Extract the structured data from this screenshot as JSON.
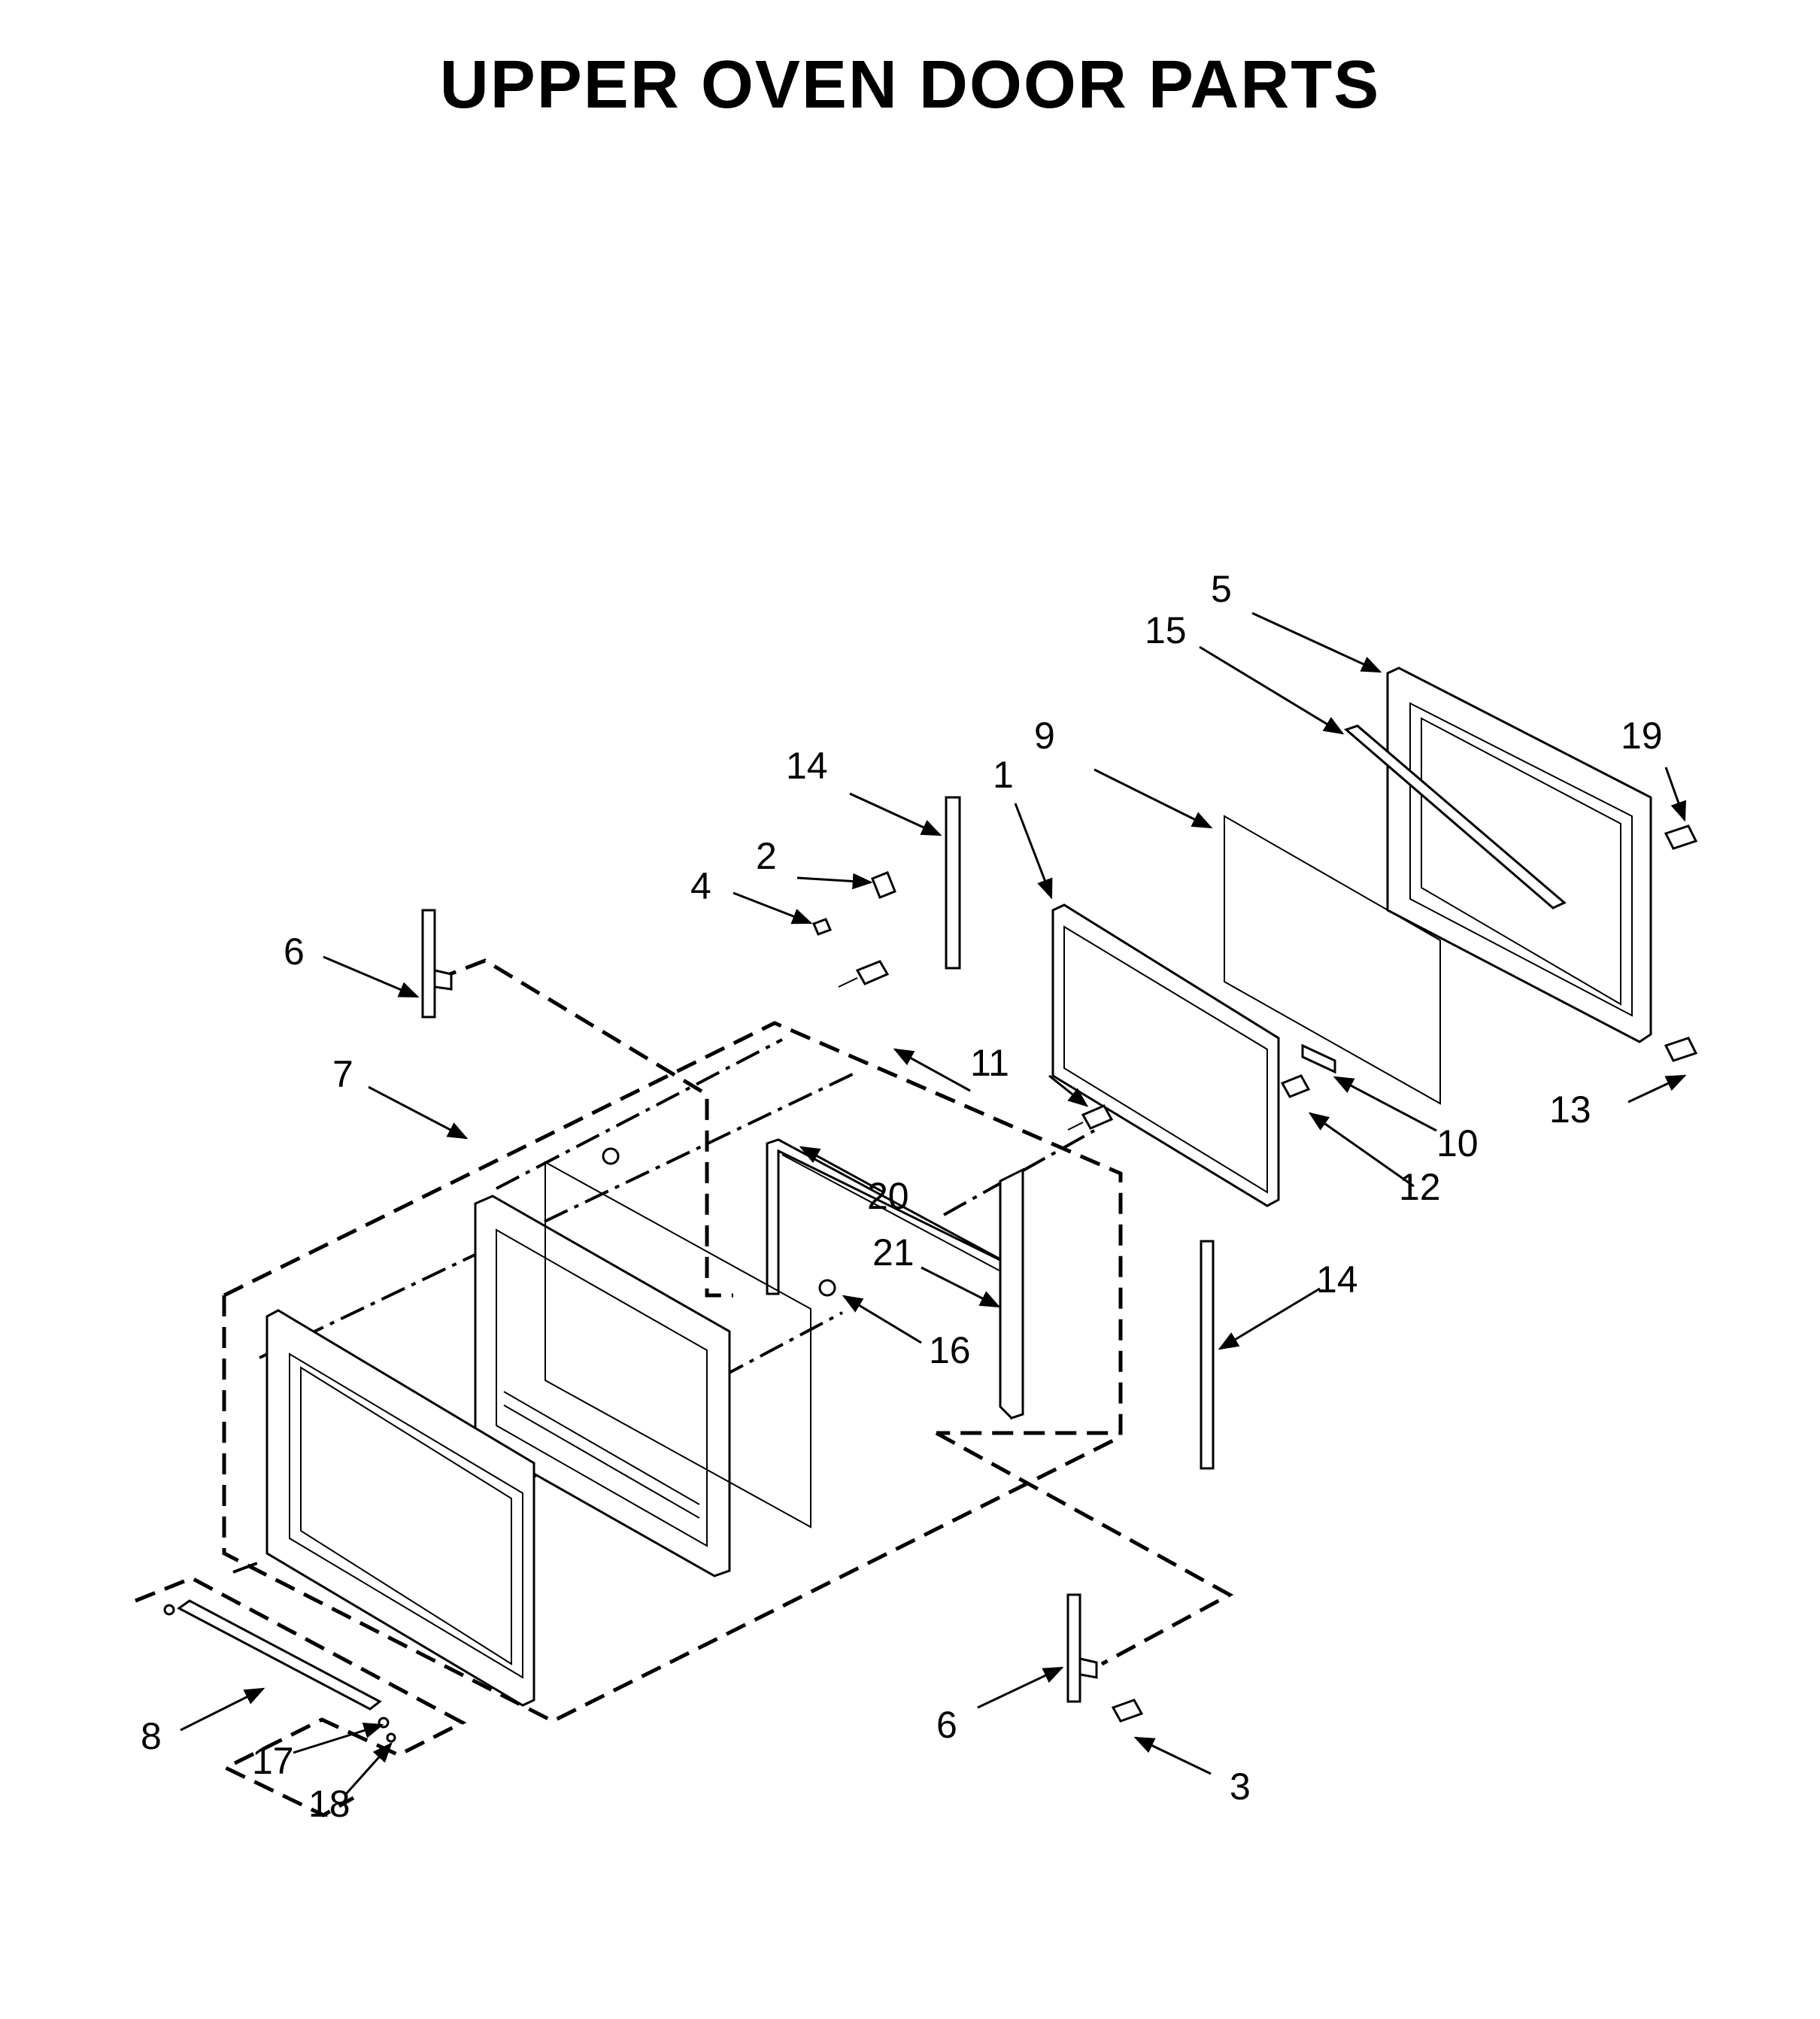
{
  "title": "UPPER OVEN DOOR PARTS",
  "labels": {
    "p1": "1",
    "p2": "2",
    "p3": "3",
    "p4": "4",
    "p5": "5",
    "p6a": "6",
    "p6b": "6",
    "p7": "7",
    "p8": "8",
    "p9": "9",
    "p10": "10",
    "p11": "11",
    "p12": "12",
    "p13": "13",
    "p14a": "14",
    "p14b": "14",
    "p15": "15",
    "p16": "16",
    "p17": "17",
    "p18": "18",
    "p19": "19",
    "p20": "20",
    "p21": "21"
  }
}
